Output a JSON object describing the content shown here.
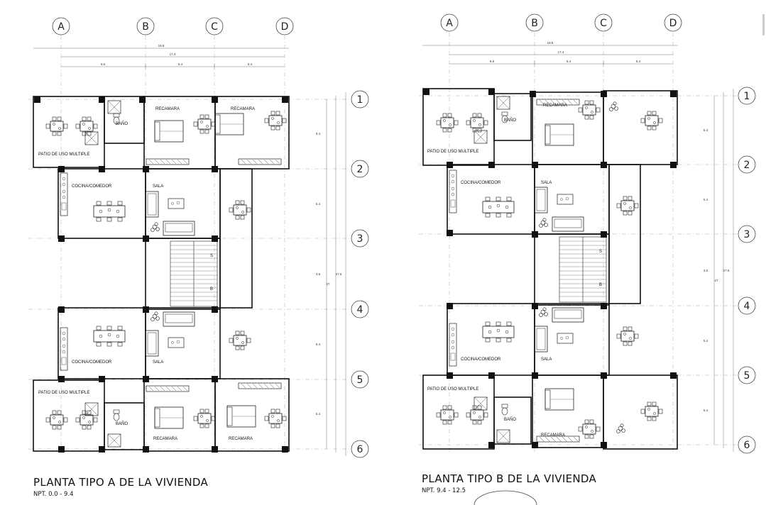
{
  "plan_a": {
    "title": "PLANTA TIPO A DE LA VIVIENDA",
    "subtitle": "NPT. 0.0 - 9.4",
    "column_axes": [
      "A",
      "B",
      "C",
      "D"
    ],
    "row_axes": [
      "1",
      "2",
      "3",
      "4",
      "5",
      "6"
    ],
    "dims_top": [
      "19.8",
      "17.4",
      "6.6",
      "5.4",
      "5.4"
    ],
    "dims_side": [
      "5.4",
      "5.4",
      "3.6",
      "5.4",
      "5.4",
      "27",
      "27.6"
    ],
    "rooms": {
      "recamara_1": "RECAMARA",
      "recamara_2": "RECAMARA",
      "bano_top": "BAÑO",
      "patio_top": "PATIO DE USO MULTIPLE",
      "cocina_top": "COCINA/COMEDOR",
      "sala_top": "SALA",
      "stair_s": "S",
      "stair_b": "B",
      "cocina_bottom": "COCINA/COMEDOR",
      "sala_bottom": "SALA",
      "patio_bottom": "PATIO DE USO MULTIPLE",
      "bano_bottom": "BAÑO",
      "recamara_3": "RECAMARA",
      "recamara_4": "RECAMARA"
    }
  },
  "plan_b": {
    "title": "PLANTA TIPO B DE LA VIVIENDA",
    "subtitle": "NPT. 9.4 - 12.5",
    "column_axes": [
      "A",
      "B",
      "C",
      "D"
    ],
    "row_axes": [
      "1",
      "2",
      "3",
      "4",
      "5",
      "6"
    ],
    "dims_top": [
      "19.8",
      "17.4",
      "6.6",
      "5.4",
      "5.4"
    ],
    "dims_side": [
      "5.4",
      "5.4",
      "3.6",
      "5.4",
      "5.4",
      "27",
      "27.6"
    ],
    "rooms": {
      "recamara_1": "RECAMARA",
      "bano_top": "BAÑO",
      "patio_top": "PATIO DE USO MULTIPLE",
      "cocina_top": "COCINA/COMEDOR",
      "sala_top": "SALA",
      "stair_s": "S",
      "stair_b": "B",
      "cocina_bottom": "COCINA/COMEDOR",
      "sala_bottom": "SALA",
      "patio_bottom": "PATIO DE USO MULTIPLE",
      "bano_bottom": "BAÑO",
      "recamara_2": "RECAMARA"
    }
  }
}
